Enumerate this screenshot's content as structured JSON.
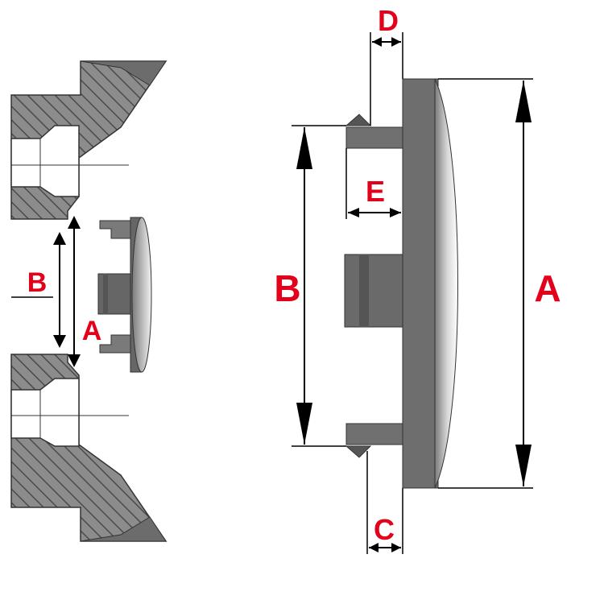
{
  "labels": {
    "left": {
      "a": "A",
      "b": "B"
    },
    "right": {
      "a": "A",
      "b": "B",
      "c": "C",
      "d": "D",
      "e": "E"
    }
  },
  "colors": {
    "label": "#e2001a",
    "metal": "#8c8c8c",
    "metal_dark": "#5e5e5e",
    "cap_body": "#6e6e6e",
    "cap_face_light": "#f0f0f0",
    "line": "#000000"
  }
}
